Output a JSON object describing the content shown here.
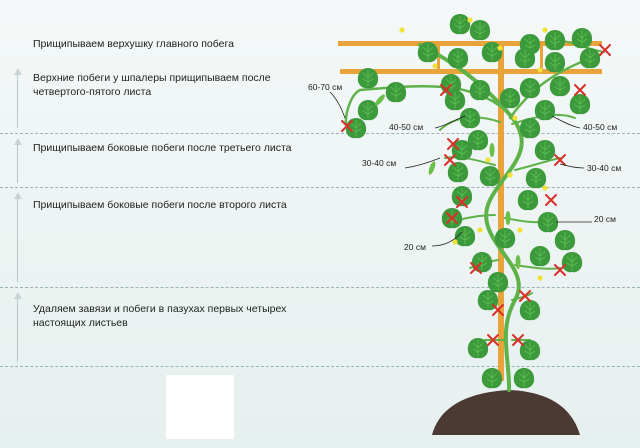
{
  "steps": [
    {
      "text": "Прищипываем верхушку главного побега"
    },
    {
      "text": "Верхние побеги у шпалеры прищипываем после четвертого-пятого листа"
    },
    {
      "text": "Прищипываем боковые побеги после третьего листа"
    },
    {
      "text": "Прищипываем боковые побеги после второго листа"
    },
    {
      "text": "Удаляем завязи и побеги в пазухах первых четырех настоящих листьев"
    }
  ],
  "measurements": {
    "top_left": "60-70 см",
    "upper_left": "40-50 см",
    "upper_right": "40-50 см",
    "mid_left": "30-40 см",
    "mid_right": "30-40 см",
    "low_right": "20 см",
    "low_left": "20 см"
  },
  "colors": {
    "leaf": "#3d9a3c",
    "stem": "#5fb24a",
    "trellis": "#e8a33b",
    "cut_mark": "#d9302c",
    "soil": "#4a3a33",
    "flower": "#f3e13a"
  },
  "icons": [
    "cut-mark-icon",
    "up-arrow-icon"
  ]
}
